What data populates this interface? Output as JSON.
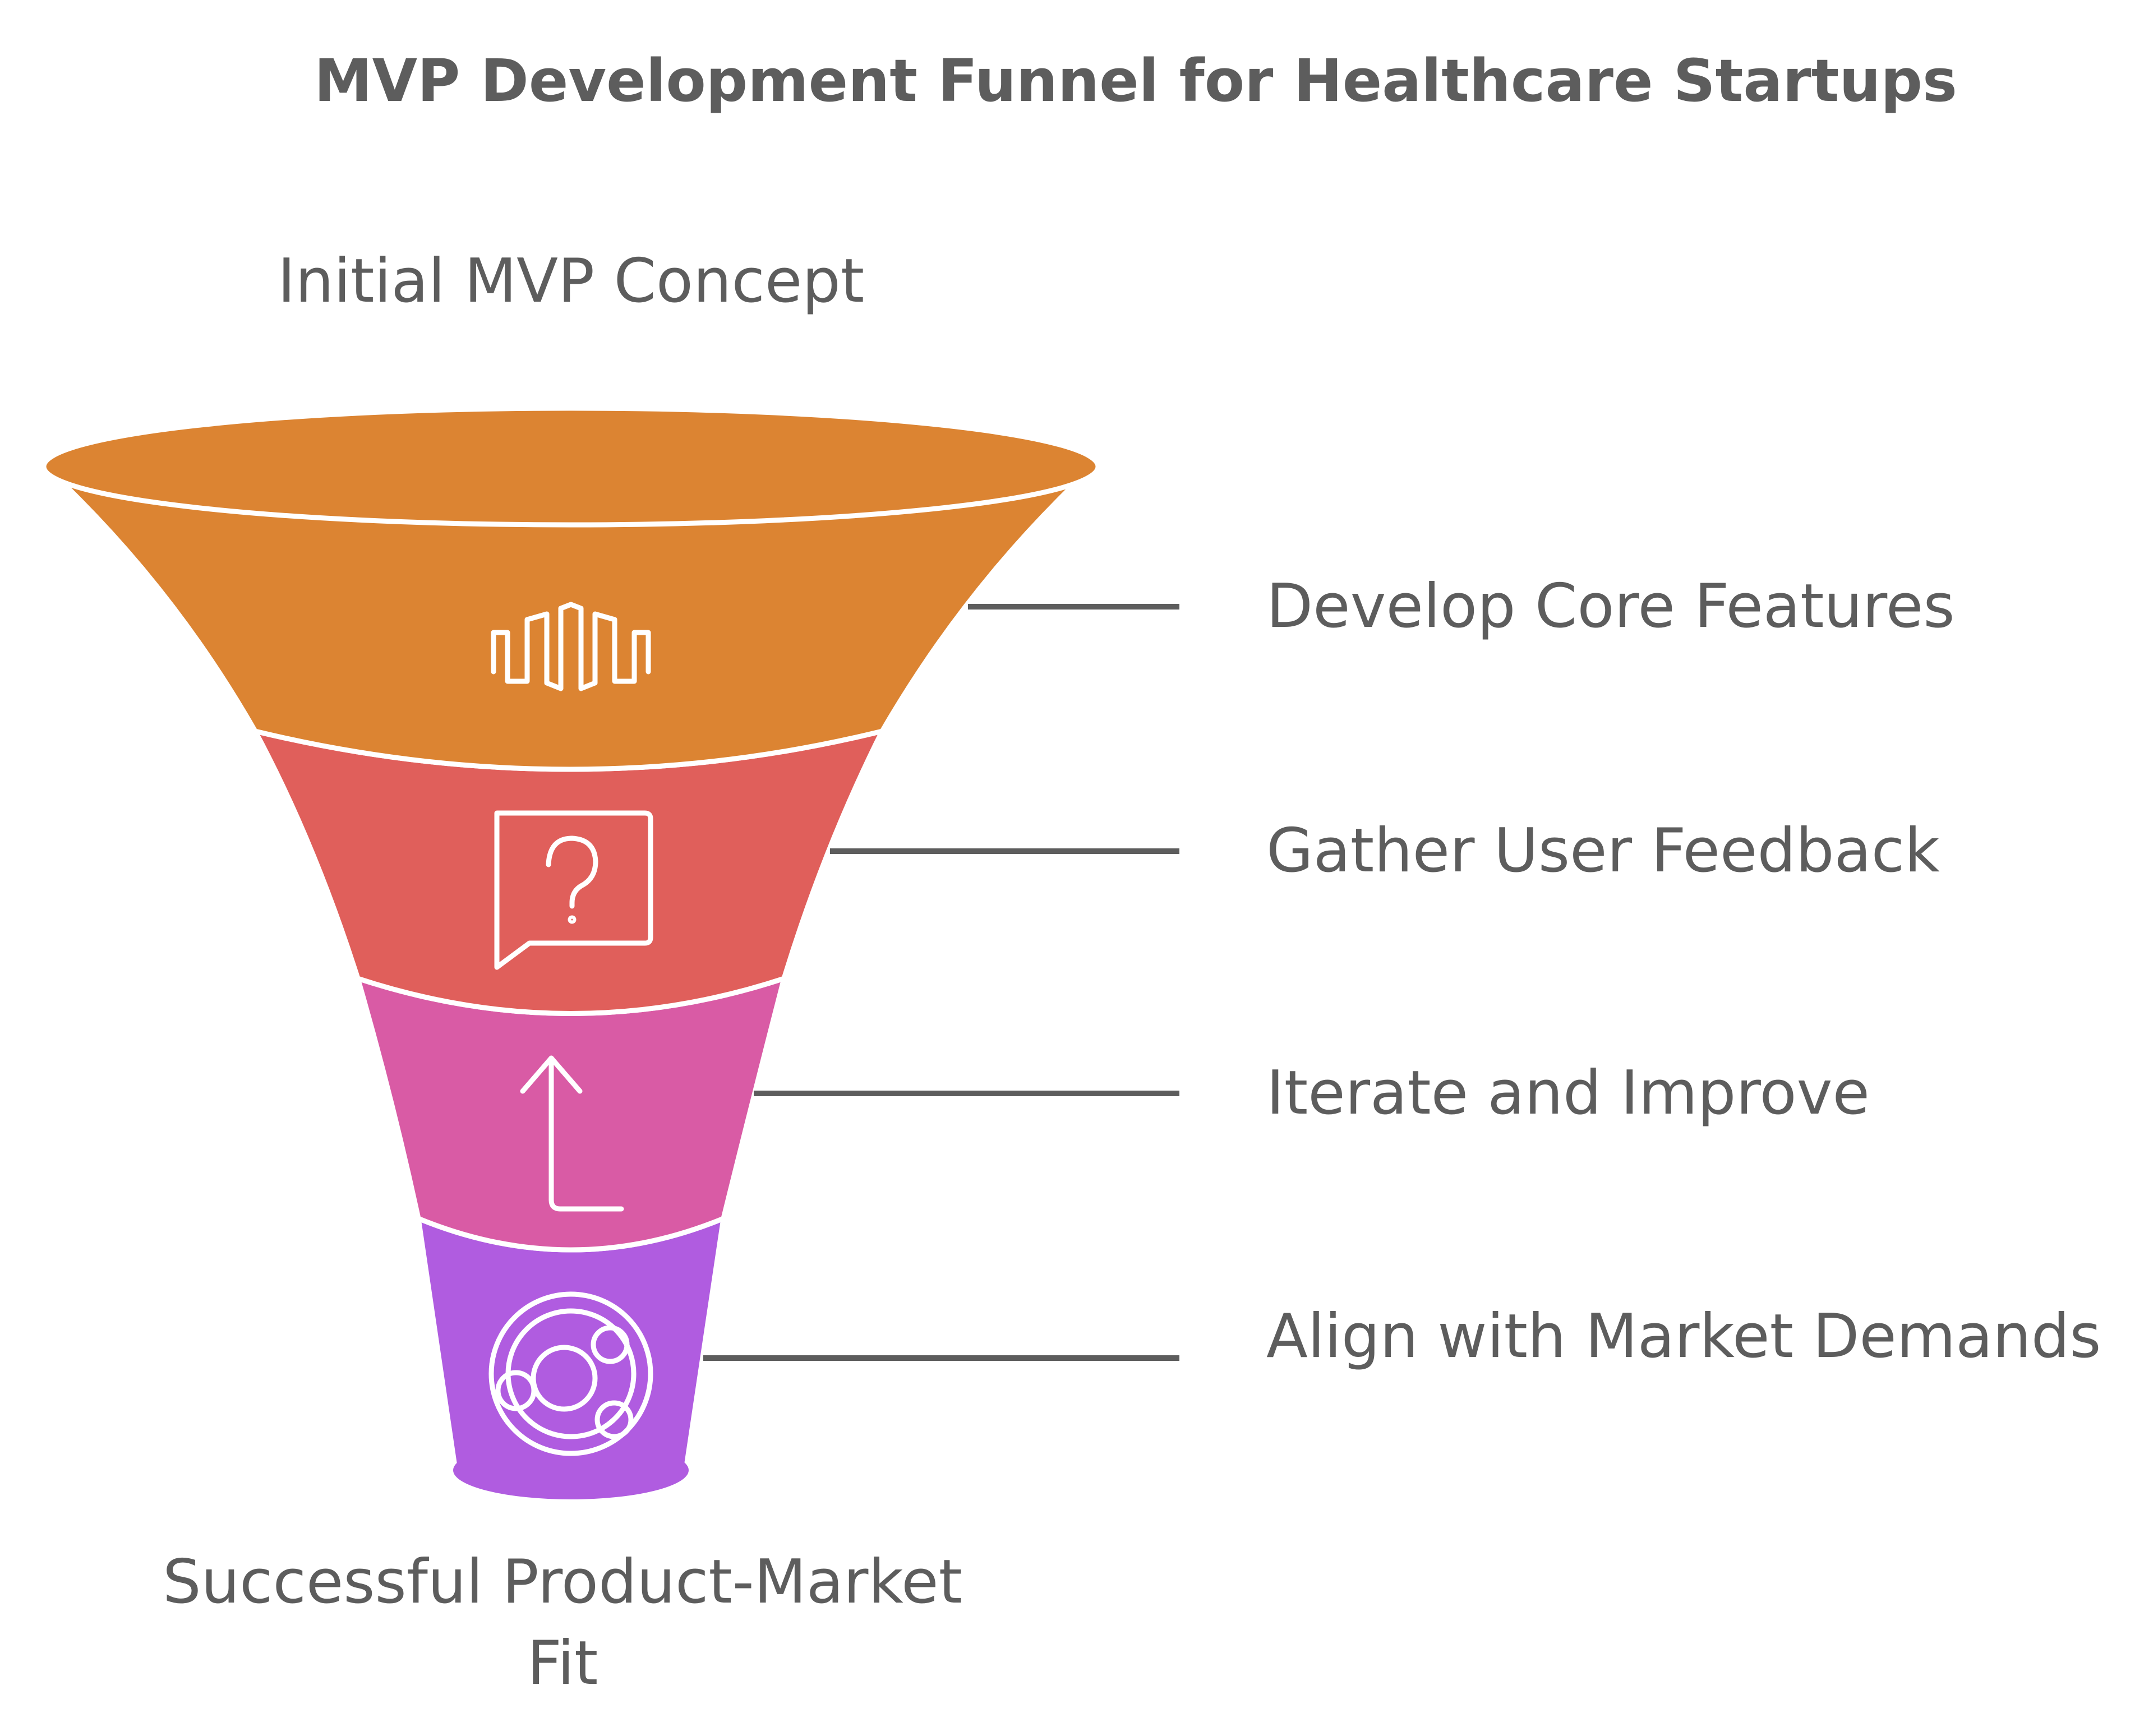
{
  "title": "MVP Development Funnel for Healthcare Startups",
  "top_label": "Initial MVP Concept",
  "bottom_label": {
    "line1": "Successful Product-Market",
    "line2": "Fit"
  },
  "stages": [
    {
      "label": "Develop Core Features",
      "color": "#dc8432",
      "icon": "waveform-icon"
    },
    {
      "label": "Gather User Feedback",
      "color": "#e05f5b",
      "icon": "question-bubble-icon"
    },
    {
      "label": "Iterate and Improve",
      "color": "#d95ba5",
      "icon": "turn-up-arrow-icon"
    },
    {
      "label": "Align with Market Demands",
      "color": "#b05ce0",
      "icon": "circles-icon"
    }
  ],
  "colors": {
    "text": "#5d5d5d",
    "leader": "#5d5d5d",
    "outline": "#ffffff"
  }
}
